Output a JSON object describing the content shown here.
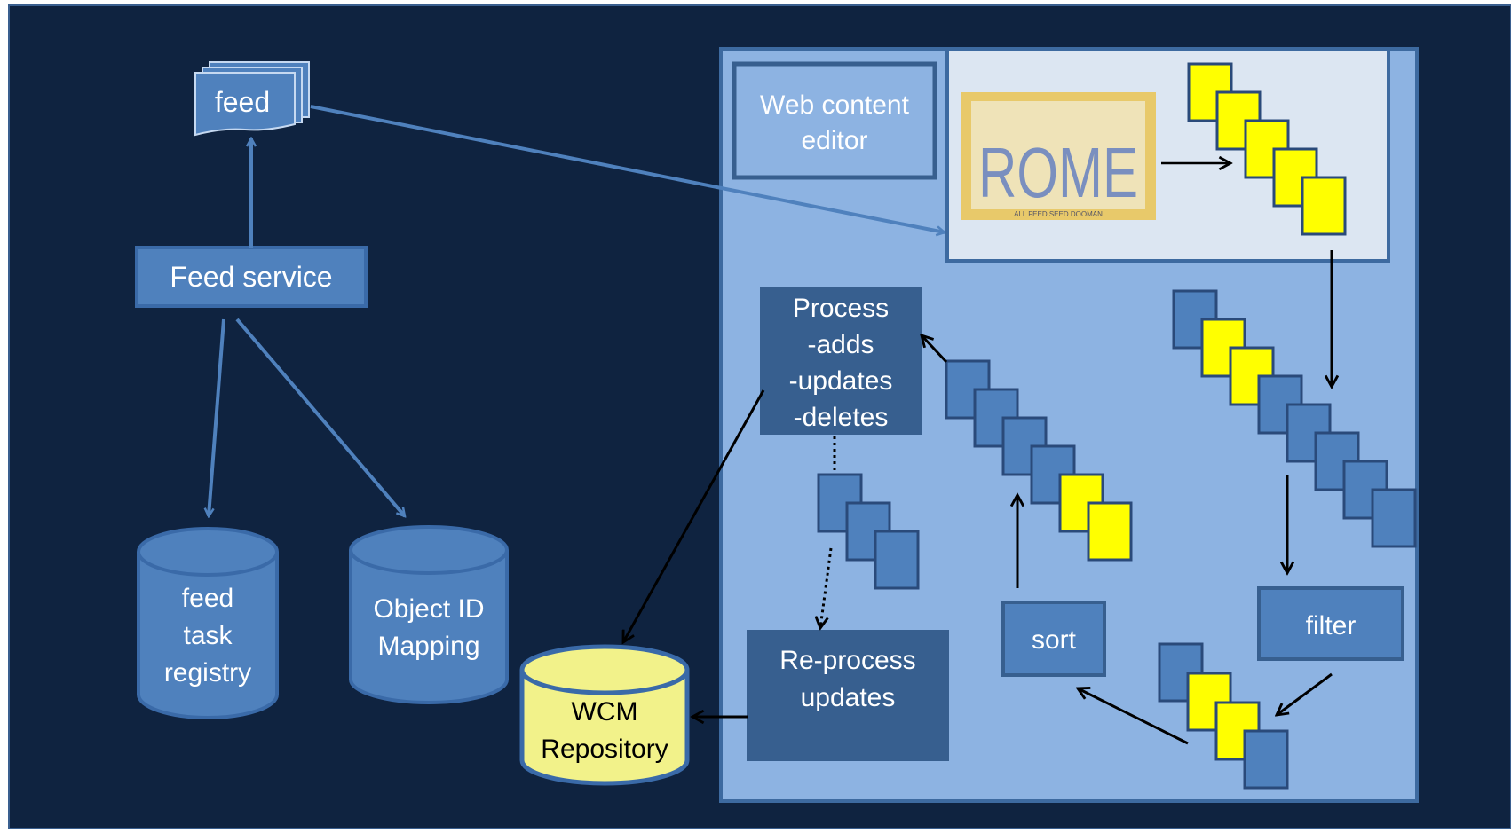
{
  "diagram": {
    "feed_label": "feed",
    "feed_service_label": "Feed service",
    "db_task_registry": [
      "feed",
      "task",
      "registry"
    ],
    "db_object_id": [
      "Object ID",
      "Mapping"
    ],
    "db_wcm": [
      "WCM",
      "Repository"
    ],
    "web_content_editor": [
      "Web content",
      "editor"
    ],
    "logo_text": "ROME",
    "logo_subtext": "ALL FEED SEED DOOMAN",
    "process_box": [
      "Process",
      "-adds",
      "-updates",
      "-deletes"
    ],
    "reprocess_box": [
      "Re-process",
      "updates"
    ],
    "sort_label": "sort",
    "filter_label": "filter"
  },
  "colors": {
    "background": "#0f2340",
    "panel": "#8db3e2",
    "box": "#4f81bd",
    "dark_box": "#375f8f",
    "yellow": "#ffff00",
    "wcm_yellow": "#f2f28a",
    "connector": "#4f81bd"
  }
}
